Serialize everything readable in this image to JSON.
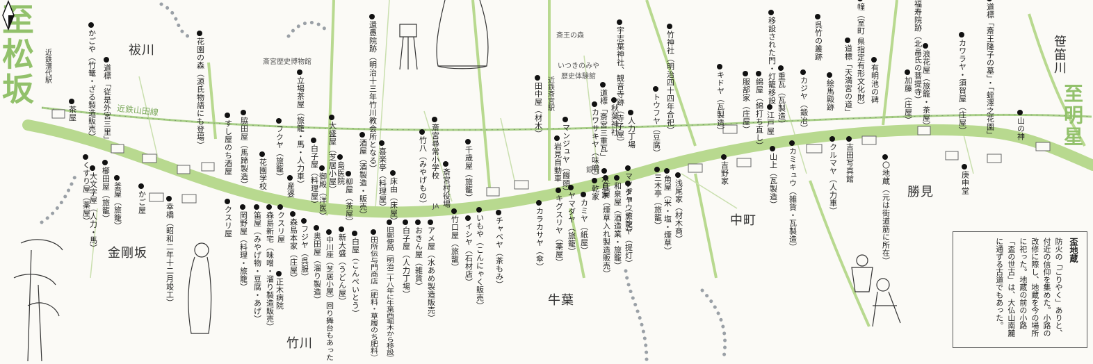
{
  "map_title": "",
  "boundary_left": "至松坂",
  "boundary_right": "至明星",
  "railway": {
    "label": "近鉄山田線",
    "stations": [
      "近鉄漕代駅",
      "近鉄斎宮駅"
    ]
  },
  "districts": [
    "祓川",
    "金剛坂",
    "竹川",
    "牛葉",
    "中町",
    "勝見",
    "笹笛川"
  ],
  "landmarks": [
    "斎宮歴史博物館",
    "斎王の森",
    "いつきのみや 歴史体験館",
    "銀行",
    "JA"
  ],
  "north_labels": [
    "かごや（竹篭・ざる製造販売）",
    "道標「従是外宮三里」",
    "花園の森（源氏物語にも登場）",
    "立場茶屋（旅籠・馬・人力車）",
    "脇田屋（馬蹄製造）",
    "すし屋のち酒屋",
    "フクヤ（旅籠）",
    "花園学校",
    "産婆",
    "白子屋（料理屋）",
    "御殿（洋医）",
    "大盛屋（芝居小屋）",
    "柳屋（茶屋）",
    "島医院",
    "還愚院跡（明治十三年竹川教会所となる）",
    "酒屋（酒製造・販売）",
    "喜楽亭（料理屋）",
    "床由（床屋）",
    "竹八（みやげもの）",
    "斎宮尋常小学校",
    "斎宮村役場",
    "千歳屋（旅籠）",
    "田中屋（材木）",
    "カワサキヤ（味噌）",
    "マンジュヤ（饅頭）",
    "岩見自動車",
    "道標「斎宮三重瓦」",
    "秋葉神社",
    "宇志葉神社、観音寺跡（寺子屋）",
    "人力丁場",
    "竹神社（明治四十四年合祀）",
    "トウフヤ（豆腐）",
    "キドヤ（瓦製造）",
    "服部家（庄屋）",
    "綿屋（綿打ち直し）",
    "江戸屋",
    "重瓦（瓦製造）",
    "移設された門・灯籠移設",
    "カジヤ（鍛冶）",
    "呉竹の叢跡",
    "絵馬殿跡",
    "道標「天満宮の道」",
    "幢（室町 県指定有形文化財）",
    "有明池の碑",
    "福寿院跡（北畠氏の菩提寺）",
    "浪花屋（旅籠・茶屋）",
    "加藤（庄屋）",
    "カワラヤ・須賀屋（庄屋）",
    "道標「斎王隆子の墓」・「蛭澤之花園」",
    "山の神",
    "茶屋"
  ],
  "south_labels": [
    "くすり屋（薬屋）",
    "大文字屋（人力・馬）",
    "櫛田屋（旅籠）",
    "釜屋（旅籠）",
    "かご屋",
    "幸橋（昭和二年十二月竣工）",
    "クスリ屋",
    "岡野屋（料理・旅籠）",
    "笛屋（みやげ物・豆腐・あげ）",
    "森島新宅（味噌・溜り製造販売）",
    "クスリ屋",
    "正木病院",
    "森島本家（庄屋）",
    "フジヤ（呉服）",
    "奥田屋（溜り製造）",
    "中川座（芝居小屋）回り舞台もあった",
    "新大盛（うどん屋）",
    "白屋（こんぺいとう）",
    "田所伝与門商店（肥料・草履のち肥料）",
    "旧郵便局（明治二十八年に牛葉西堀木から移設）",
    "白子屋（人力丁場）",
    "おきん屋（雑貨）",
    "アメ屋（水あめ製造販売）",
    "竹口屋（旅籠）",
    "イシヤ（石材店）",
    "いもや（こんにゃく販売）",
    "チャベヤ（茶もみ）",
    "カラカサヤ（傘）",
    "キグスリヤ（薬屋）",
    "ヤマダヤ（旅籠）",
    "カミヤ（紙屋）",
    "乾家",
    "庄屋（煙草入れ製造販売）",
    "和泉屋（酒造業・旅籠）",
    "水島家",
    "マツダヤ（旅籠）",
    "チョウチンヤ（提灯）",
    "三木亭（旅籠）",
    "角屋（米・塩・煙草）",
    "浅尾家（材木商）",
    "吉野家",
    "山上（瓦製造）",
    "カミキュウ（雑貨・瓦製造）",
    "クルマヤ（人力車）",
    "吉田写真館",
    "〇地蔵（元は街道筋に所在）",
    "庚申堂"
  ],
  "note": {
    "title": "盃地蔵",
    "body": "防火の「ごりやく」ありと、付近の信仰を集めた。小路の改修に際し、地蔵を今の場所に祀った。地蔵の前の小路「盃の世古」は、大仏山南麓に通ずる古道でもあった。"
  },
  "colors": {
    "road": "#b8d98f",
    "rail": "#a9cf88",
    "boundary_text": "#92c16b",
    "dot": "#111111",
    "dotted_path": "#9aa0a6"
  }
}
